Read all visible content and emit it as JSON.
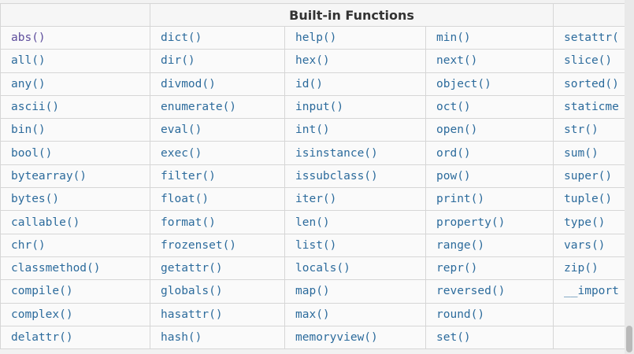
{
  "table": {
    "title": "Built-in Functions",
    "rows": [
      [
        "abs()",
        "dict()",
        "help()",
        "min()",
        "setattr("
      ],
      [
        "all()",
        "dir()",
        "hex()",
        "next()",
        "slice()"
      ],
      [
        "any()",
        "divmod()",
        "id()",
        "object()",
        "sorted()"
      ],
      [
        "ascii()",
        "enumerate()",
        "input()",
        "oct()",
        "staticme"
      ],
      [
        "bin()",
        "eval()",
        "int()",
        "open()",
        "str()"
      ],
      [
        "bool()",
        "exec()",
        "isinstance()",
        "ord()",
        "sum()"
      ],
      [
        "bytearray()",
        "filter()",
        "issubclass()",
        "pow()",
        "super()"
      ],
      [
        "bytes()",
        "float()",
        "iter()",
        "print()",
        "tuple()"
      ],
      [
        "callable()",
        "format()",
        "len()",
        "property()",
        "type()"
      ],
      [
        "chr()",
        "frozenset()",
        "list()",
        "range()",
        "vars()"
      ],
      [
        "classmethod()",
        "getattr()",
        "locals()",
        "repr()",
        "zip()"
      ],
      [
        "compile()",
        "globals()",
        "map()",
        "reversed()",
        "__import"
      ],
      [
        "complex()",
        "hasattr()",
        "max()",
        "round()",
        ""
      ],
      [
        "delattr()",
        "hash()",
        "memoryview()",
        "set()",
        ""
      ]
    ]
  },
  "colors": {
    "link": "#2c6b9c",
    "visited_link": "#5d4d9c",
    "border": "#d6d6d6",
    "cell_bg": "#fafafa"
  }
}
